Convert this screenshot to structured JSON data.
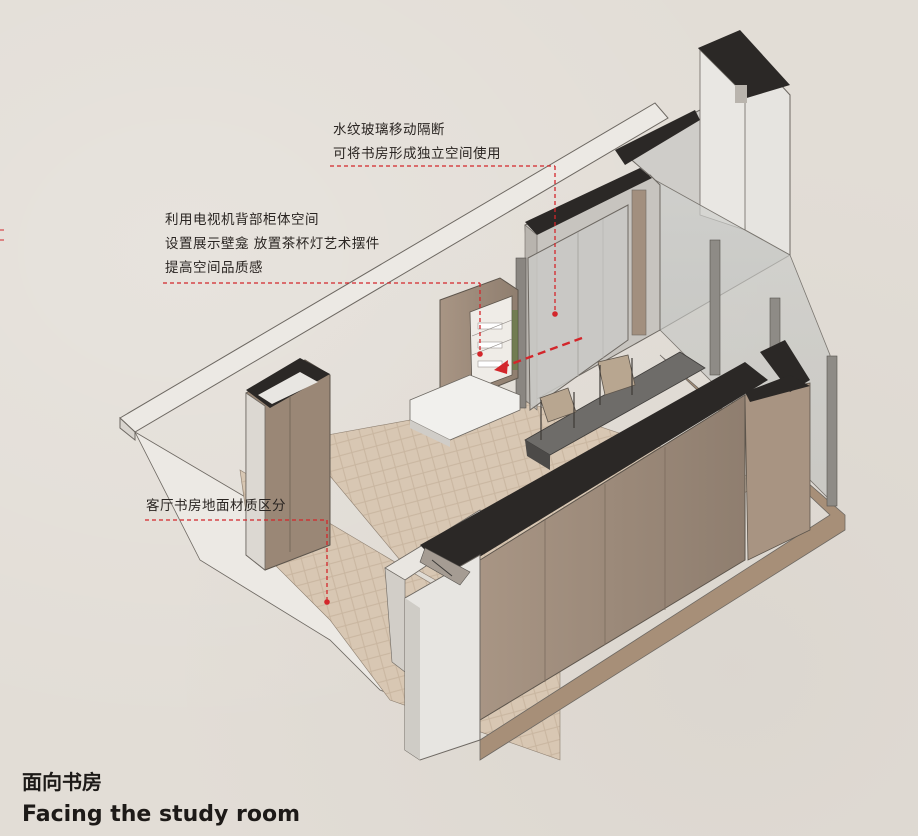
{
  "annotations": {
    "glass_partition": [
      "水纹玻璃移动隔断",
      "可将书房形成独立空间使用"
    ],
    "tv_cabinet": [
      "利用电视机背部柜体空间",
      "设置展示壁龛 放置茶杯灯艺术摆件",
      "提高空间品质感"
    ],
    "floor_material": "客厅书房地面材质区分"
  },
  "title": {
    "chinese": "面向书房",
    "english": "Facing the study room"
  },
  "colors": {
    "background": "#e2ddd6",
    "accent_red": "#d3262b",
    "wall_cap": "#2b2826",
    "wood": "#9c8b7c",
    "floor": "#d9c9b6",
    "wall_white": "#efedea"
  }
}
